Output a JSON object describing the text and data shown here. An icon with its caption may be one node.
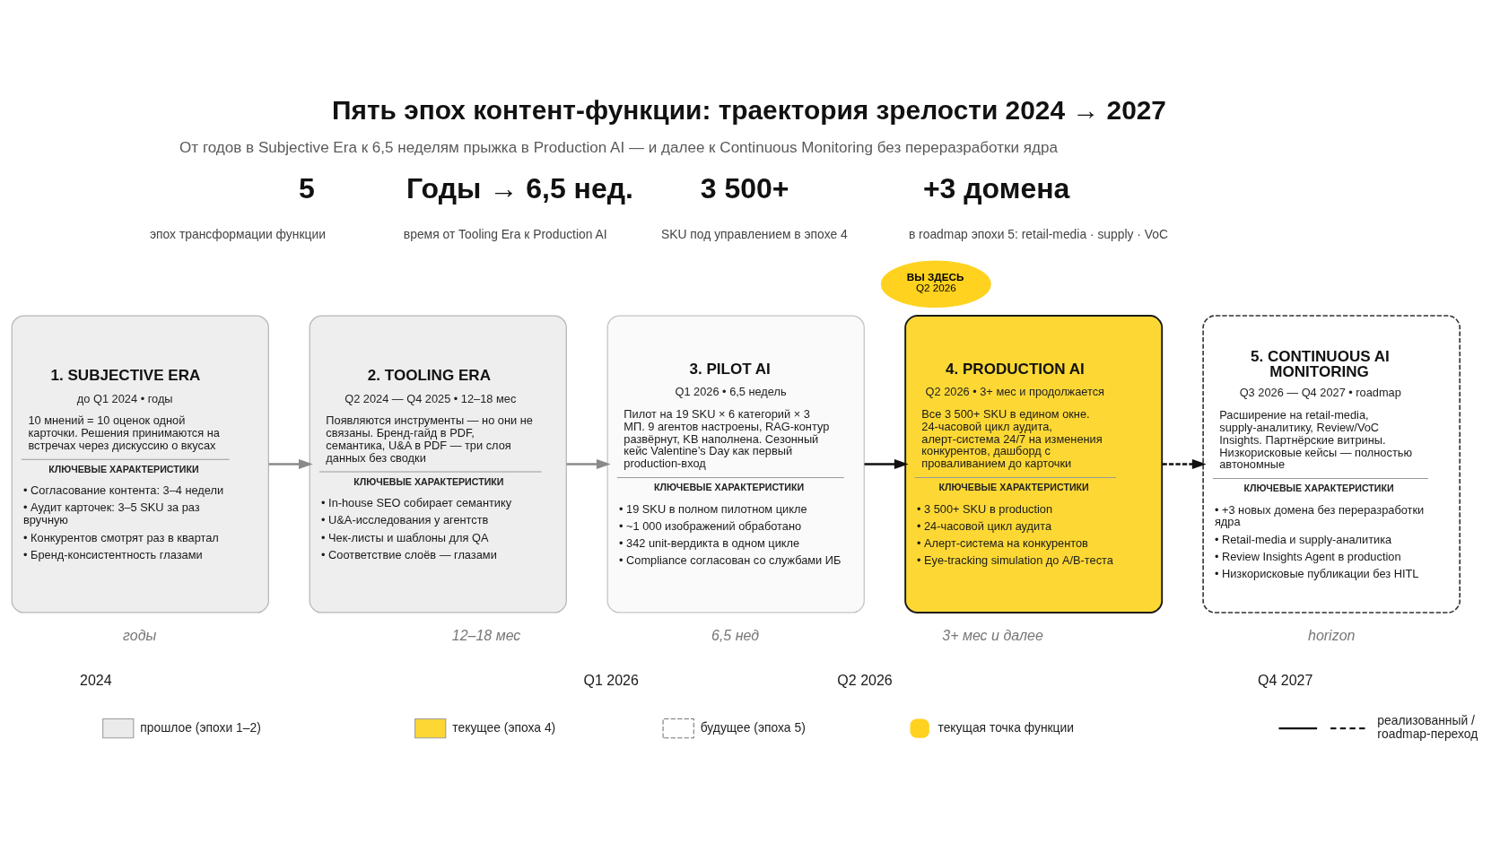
{
  "diagram": {
    "title": "Пять эпох контент-функции: траектория зрелости 2024 → 2027",
    "nodes": [
      {
        "text": [
          "ВЫ ЗДЕСЬ",
          "Q2 2026"
        ]
      },
      {
        "text": [
          "1. SUBJECTIVE ERA",
          "до Q1 2024 • годы",
          "10 мнений = 10 оценок одной карточки. Решения принимаются на встречах через дискуссию о вкусах",
          "КЛЮЧЕВЫЕ ХАРАКТЕРИСТИКИ",
          "• Согласование контента: 3–4 недели",
          "• Аудит карточек: 3–5 SKU за раз вручную",
          "• Конкурентов смотрят раз в квартал",
          "• Бренд-консистентность глазами"
        ]
      },
      {
        "text": [
          "2. TOOLING ERA",
          "Q2 2024 — Q4 2025 • 12–18 мес",
          "Появляются инструменты — но они не связаны. Бренд-гайд в PDF, семантика, U&A в PDF — три слоя данных без сводки",
          "КЛЮЧЕВЫЕ ХАРАКТЕРИСТИКИ",
          "• In-house SEO собирает семантику",
          "• U&A-исследования у агентств",
          "• Чек-листы и шаблоны для QA",
          "• Соответствие слоёв — глазами"
        ]
      },
      {
        "text": [
          "3. PILOT AI",
          "Q1 2026 • 6,5 недель",
          "Пилот на 19 SKU × 6 категорий × 3 МП. 9 агентов настроены, RAG-контур развёрнут, KB наполнена. Сезонный кейс Valentine’s Day как первый production-вход",
          "КЛЮЧЕВЫЕ ХАРАКТЕРИСТИКИ",
          "• 19 SKU в полном пилотном цикле",
          "• ~1 000 изображений обработано",
          "• 342 unit-вердикта в одном цикле",
          "• Compliance согласован со службами ИБ"
        ]
      },
      {
        "text": [
          "4. PRODUCTION AI",
          "Q2 2026 • 3+ мес и продолжается",
          "Все 3 500+ SKU в едином окне. 24-часовой цикл аудита, алерт-система 24/7 на изменения конкурентов, дашборд с проваливанием до карточки",
          "КЛЮЧЕВЫЕ ХАРАКТЕРИСТИКИ",
          "• 3 500+ SKU в production",
          "• 24-часовой цикл аудита",
          "• Алерт-система на конкурентов",
          "• Eye-tracking simulation до A/B-теста"
        ]
      },
      {
        "text": [
          "5. CONTINUOUS AI MONITORING",
          "Q3 2026 — Q4 2027 • roadmap",
          "Расширение на retail-media, supply-аналитику, Review/VoC Insights. Партнёрские витрины. Низкорисковые кейсы — полностью автономные",
          "КЛЮЧЕВЫЕ ХАРАКТЕРИСТИКИ",
          "• +3 новых домена без переразработки ядра",
          "• Retail-media и supply-аналитика",
          "• Review Insights Agent в production",
          "• Низкорисковые публикации без HITL"
        ]
      }
    ],
    "edges": [
      {
        "from": 1,
        "to": 2,
        "arrow": "to",
        "color": "#8a8a8a"
      },
      {
        "from": 2,
        "to": 3,
        "arrow": "to",
        "color": "#8a8a8a"
      },
      {
        "from": 3,
        "to": 4,
        "arrow": "to",
        "color": "#111111"
      },
      {
        "from": 4,
        "to": 5,
        "arrow": "to",
        "style": "dashed",
        "color": "#111111"
      }
    ],
    "labels": [
      "От годов в Subjective Era к 6,5 неделям прыжка в Production AI — и далее к Continuous Monitoring без переразработки ядра",
      "5",
      "эпох трансформации функции",
      "Годы → 6,5 нед.",
      "время от Tooling Era к Production AI",
      "3 500+",
      "SKU под управлением в эпохе 4",
      "+3 домена",
      "в roadmap эпохи 5: retail-media · supply · VoC",
      "годы",
      "12–18 мес",
      "6,5 нед",
      "3+ мес и далее",
      "horizon",
      "2024",
      "Q1 2026",
      "Q2 2026",
      "Q4 2027"
    ],
    "legend": [
      {
        "text": "прошлое (эпохи 1–2)",
        "color": "#ebebeb"
      },
      {
        "text": "текущее (эпоха 4)",
        "color": "#fdd835"
      },
      {
        "text": "будущее (эпоха 5)"
      },
      {
        "text": "текущая точка функции"
      },
      {
        "text": "реализованный / roadmap-переход"
      }
    ]
  }
}
